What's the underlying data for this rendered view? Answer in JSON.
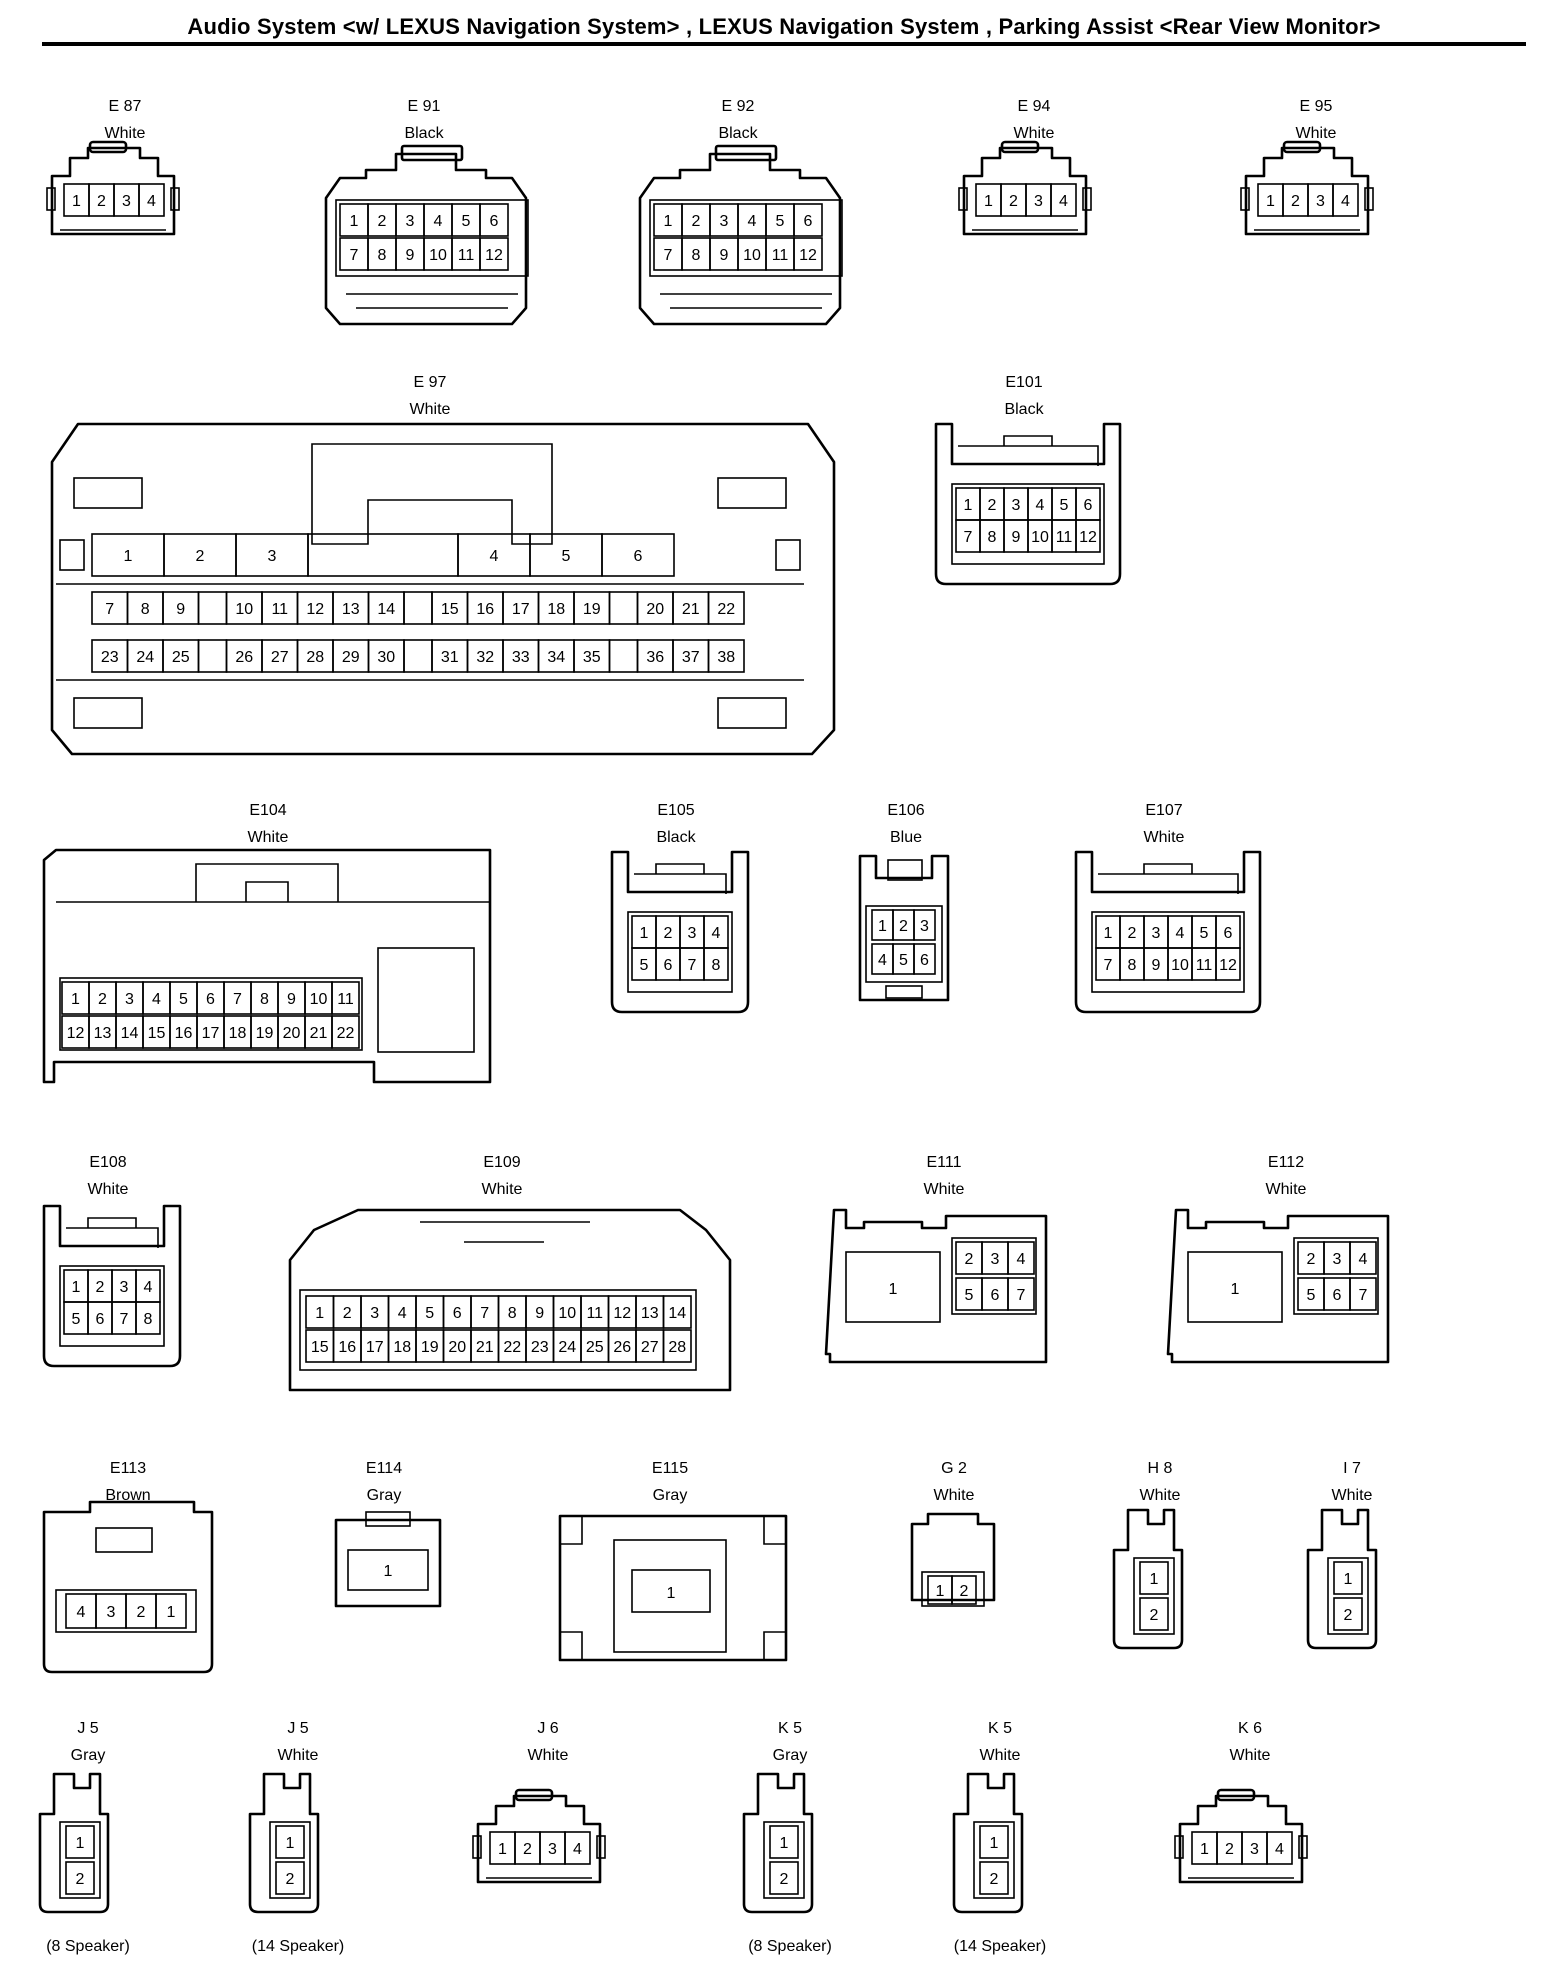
{
  "title": "Audio System <w/ LEXUS Navigation System> , LEXUS Navigation System , Parking Assist <Rear View Monitor>",
  "connectors": [
    {
      "id": "E 87",
      "color": "White",
      "pins": [
        [
          "1",
          "2",
          "3",
          "4"
        ]
      ]
    },
    {
      "id": "E 91",
      "color": "Black",
      "pins": [
        [
          "1",
          "2",
          "3",
          "4",
          "5",
          "6"
        ],
        [
          "7",
          "8",
          "9",
          "10",
          "11",
          "12"
        ]
      ]
    },
    {
      "id": "E 92",
      "color": "Black",
      "pins": [
        [
          "1",
          "2",
          "3",
          "4",
          "5",
          "6"
        ],
        [
          "7",
          "8",
          "9",
          "10",
          "11",
          "12"
        ]
      ]
    },
    {
      "id": "E 94",
      "color": "White",
      "pins": [
        [
          "1",
          "2",
          "3",
          "4"
        ]
      ]
    },
    {
      "id": "E 95",
      "color": "White",
      "pins": [
        [
          "1",
          "2",
          "3",
          "4"
        ]
      ]
    },
    {
      "id": "E 97",
      "color": "White",
      "pins": [
        [
          "1",
          "2",
          "3",
          "",
          "4",
          "5",
          "6"
        ],
        [
          "7",
          "8",
          "9",
          "",
          "10",
          "11",
          "12",
          "13",
          "14",
          "",
          "15",
          "16",
          "17",
          "18",
          "19",
          "",
          "20",
          "21",
          "22"
        ],
        [
          "23",
          "24",
          "25",
          "",
          "26",
          "27",
          "28",
          "29",
          "30",
          "",
          "31",
          "32",
          "33",
          "34",
          "35",
          "",
          "36",
          "37",
          "38"
        ]
      ]
    },
    {
      "id": "E101",
      "color": "Black",
      "pins": [
        [
          "1",
          "2",
          "3",
          "4",
          "5",
          "6"
        ],
        [
          "7",
          "8",
          "9",
          "10",
          "11",
          "12"
        ]
      ]
    },
    {
      "id": "E104",
      "color": "White",
      "pins": [
        [
          "1",
          "2",
          "3",
          "4",
          "5",
          "6",
          "7",
          "8",
          "9",
          "10",
          "11"
        ],
        [
          "12",
          "13",
          "14",
          "15",
          "16",
          "17",
          "18",
          "19",
          "20",
          "21",
          "22"
        ]
      ]
    },
    {
      "id": "E105",
      "color": "Black",
      "pins": [
        [
          "1",
          "2",
          "3",
          "4"
        ],
        [
          "5",
          "6",
          "7",
          "8"
        ]
      ]
    },
    {
      "id": "E106",
      "color": "Blue",
      "pins": [
        [
          "1",
          "2",
          "3"
        ],
        [
          "4",
          "5",
          "6"
        ]
      ]
    },
    {
      "id": "E107",
      "color": "White",
      "pins": [
        [
          "1",
          "2",
          "3",
          "4",
          "5",
          "6"
        ],
        [
          "7",
          "8",
          "9",
          "10",
          "11",
          "12"
        ]
      ]
    },
    {
      "id": "E108",
      "color": "White",
      "pins": [
        [
          "1",
          "2",
          "3",
          "4"
        ],
        [
          "5",
          "6",
          "7",
          "8"
        ]
      ]
    },
    {
      "id": "E109",
      "color": "White",
      "pins": [
        [
          "1",
          "2",
          "3",
          "4",
          "5",
          "6",
          "7",
          "8",
          "9",
          "10",
          "11",
          "12",
          "13",
          "14"
        ],
        [
          "15",
          "16",
          "17",
          "18",
          "19",
          "20",
          "21",
          "22",
          "23",
          "24",
          "25",
          "26",
          "27",
          "28"
        ]
      ]
    },
    {
      "id": "E111",
      "color": "White",
      "pins": [
        [
          "1"
        ],
        [
          "2",
          "3",
          "4"
        ],
        [
          "5",
          "6",
          "7"
        ]
      ]
    },
    {
      "id": "E112",
      "color": "White",
      "pins": [
        [
          "1"
        ],
        [
          "2",
          "3",
          "4"
        ],
        [
          "5",
          "6",
          "7"
        ]
      ]
    },
    {
      "id": "E113",
      "color": "Brown",
      "pins": [
        [
          "4",
          "3",
          "2",
          "1"
        ]
      ]
    },
    {
      "id": "E114",
      "color": "Gray",
      "pins": [
        [
          "1"
        ]
      ]
    },
    {
      "id": "E115",
      "color": "Gray",
      "pins": [
        [
          "1"
        ]
      ]
    },
    {
      "id": "G 2",
      "color": "White",
      "pins": [
        [
          "1",
          "2"
        ]
      ]
    },
    {
      "id": "H 8",
      "color": "White",
      "pins": [
        [
          "1"
        ],
        [
          "2"
        ]
      ]
    },
    {
      "id": "I 7",
      "color": "White",
      "pins": [
        [
          "1"
        ],
        [
          "2"
        ]
      ]
    },
    {
      "id": "J 5",
      "color": "Gray",
      "note": "(8 Speaker)",
      "pins": [
        [
          "1"
        ],
        [
          "2"
        ]
      ]
    },
    {
      "id": "J 5",
      "color": "White",
      "note": "(14 Speaker)",
      "pins": [
        [
          "1"
        ],
        [
          "2"
        ]
      ]
    },
    {
      "id": "J 6",
      "color": "White",
      "pins": [
        [
          "1",
          "2",
          "3",
          "4"
        ]
      ]
    },
    {
      "id": "K 5",
      "color": "Gray",
      "note": "(8 Speaker)",
      "pins": [
        [
          "1"
        ],
        [
          "2"
        ]
      ]
    },
    {
      "id": "K 5",
      "color": "White",
      "note": "(14 Speaker)",
      "pins": [
        [
          "1"
        ],
        [
          "2"
        ]
      ]
    },
    {
      "id": "K 6",
      "color": "White",
      "pins": [
        [
          "1",
          "2",
          "3",
          "4"
        ]
      ]
    }
  ]
}
